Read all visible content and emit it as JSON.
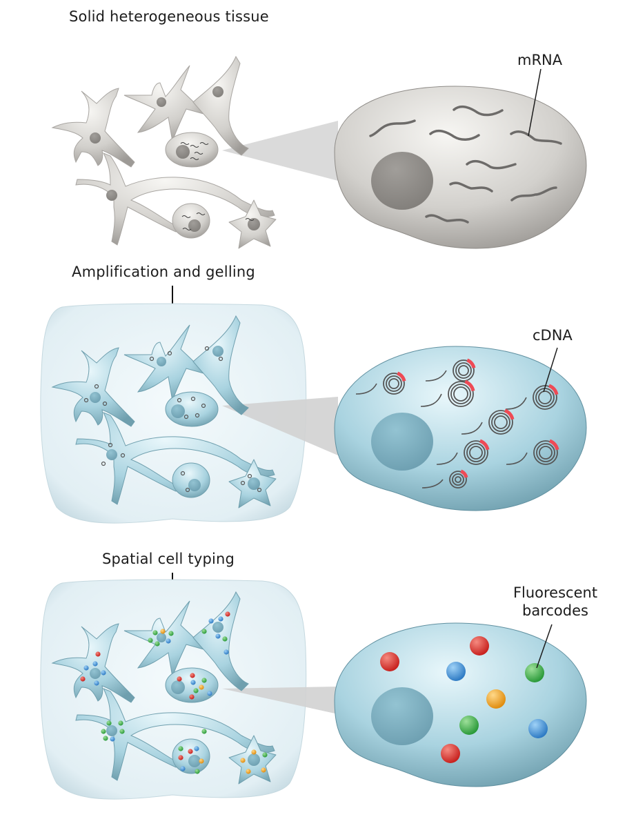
{
  "figure": {
    "panels": [
      {
        "id": "tissue",
        "title": "Solid heterogeneous tissue",
        "callout": "mRNA",
        "theme": "grey",
        "marker": "mrna-strand"
      },
      {
        "id": "amplification",
        "title": "Amplification and gelling",
        "callout": "cDNA",
        "theme": "blue",
        "marker": "cdna-coil"
      },
      {
        "id": "typing",
        "title": "Spatial cell typing",
        "callout_lines": [
          "Fluorescent",
          "barcodes"
        ],
        "theme": "blue",
        "marker": "fluorescent-dot"
      }
    ],
    "colors": {
      "grey_cell": "#c9c7c3",
      "grey_nucleus": "#8f8c88",
      "blue_cell": "#a9d3e0",
      "blue_nucleus": "#7fb0c2",
      "gel": "#e4f1f6",
      "strand": "#6d6b69",
      "cdna_tag": "#e8404a",
      "barcode_red": "#d9322e",
      "barcode_blue": "#3d8fd6",
      "barcode_green": "#3fae4a",
      "barcode_orange": "#f0a323",
      "beam": "#d4d4d4"
    }
  }
}
